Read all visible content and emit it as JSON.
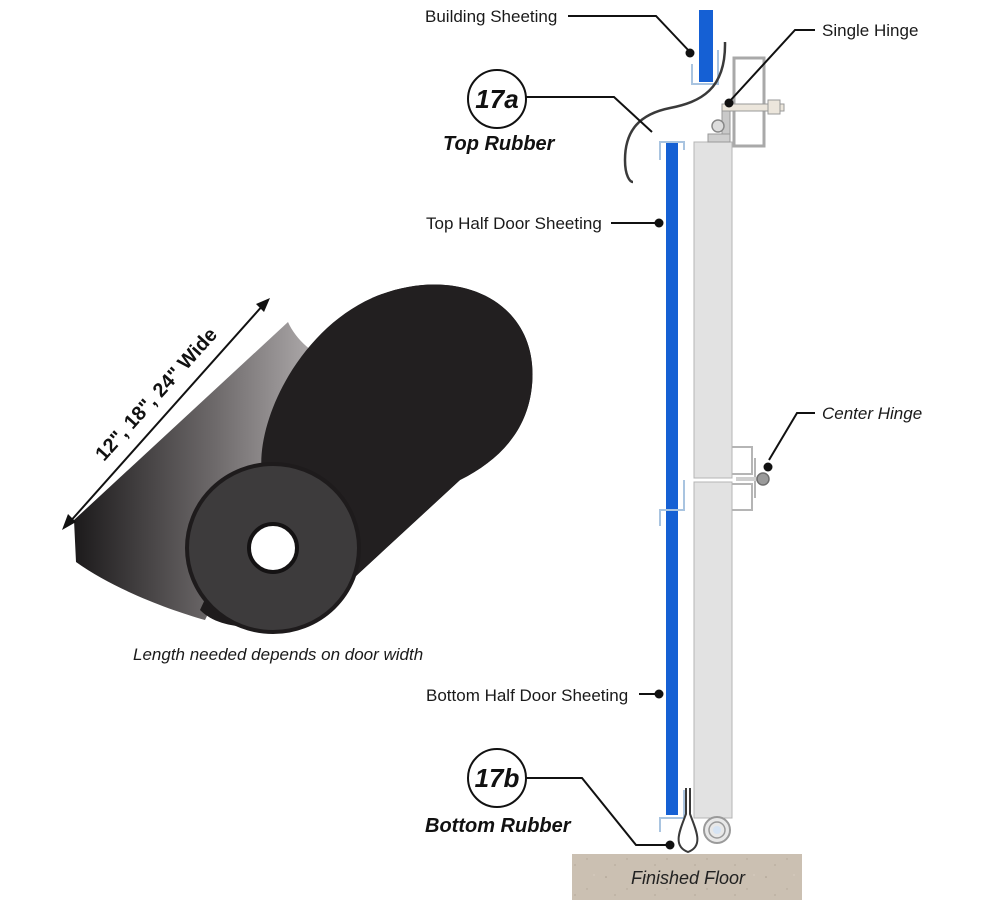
{
  "labels": {
    "building_sheeting": "Building Sheeting",
    "single_hinge": "Single Hinge",
    "top_half_door_sheeting": "Top Half Door Sheeting",
    "center_hinge": "Center Hinge",
    "bottom_half_door_sheeting": "Bottom Half Door Sheeting",
    "finished_floor": "Finished Floor"
  },
  "callouts": {
    "top": {
      "number": "17a",
      "name": "Top Rubber"
    },
    "bottom": {
      "number": "17b",
      "name": "Bottom Rubber"
    }
  },
  "roll": {
    "width_label": "12\", 18\", 24\" Wide",
    "length_note": "Length needed depends on door width"
  },
  "colors": {
    "sheeting_blue": "#1560d4",
    "door_panel_gray": "#e2e2e2",
    "frame_gray": "#a9a9a9",
    "trim_light_blue": "#a9c4e0",
    "rubber_black": "#1e1b1c",
    "floor_tan": "#c9beaf"
  }
}
